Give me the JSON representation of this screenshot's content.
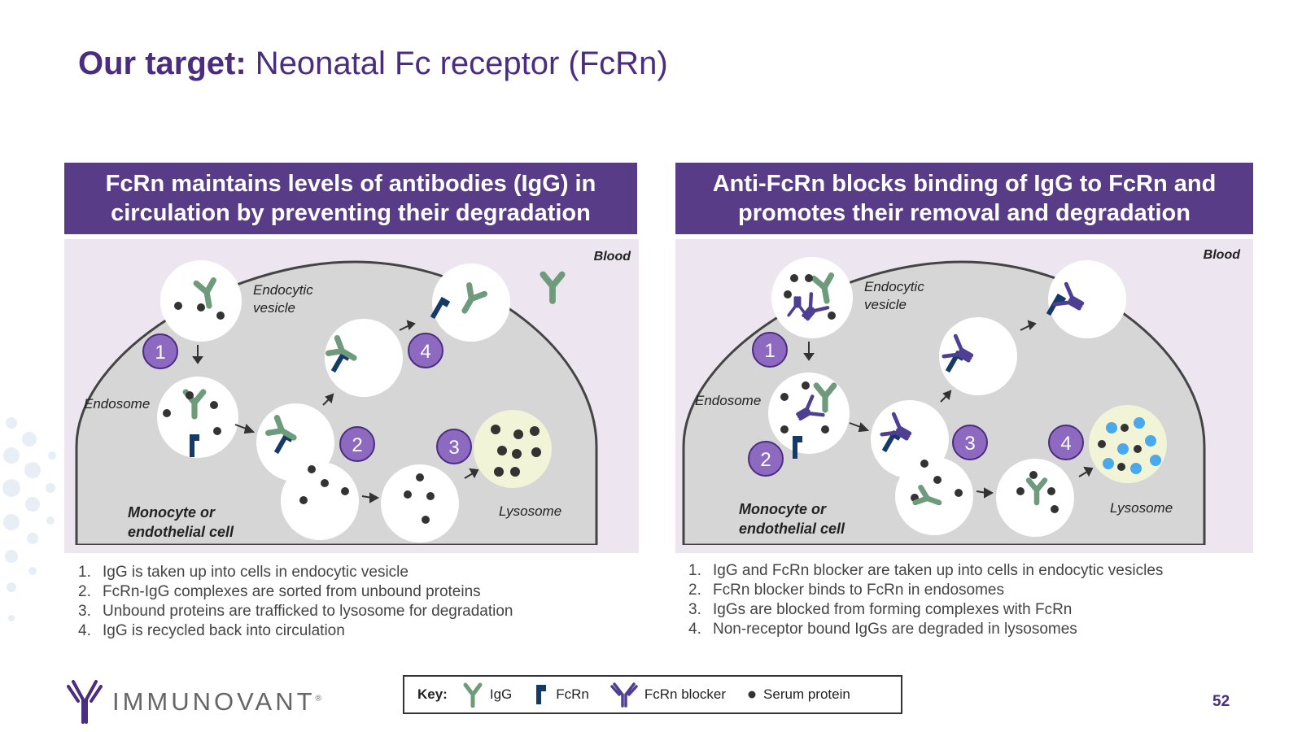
{
  "title": {
    "bold": "Our target:",
    "rest": " Neonatal Fc receptor (FcRn)"
  },
  "left_panel": {
    "heading_line1": "FcRn maintains levels of antibodies (IgG) in",
    "heading_line2": "circulation by preventing their degradation",
    "labels": {
      "blood": "Blood",
      "endocytic_line1": "Endocytic",
      "endocytic_line2": "vesicle",
      "endosome": "Endosome",
      "lysosome": "Lysosome",
      "cell_line1": "Monocyte or",
      "cell_line2": "endothelial cell"
    },
    "badges": [
      "1",
      "2",
      "3",
      "4"
    ],
    "steps": [
      {
        "num": "1.",
        "text": "IgG is taken up into cells in endocytic vesicle"
      },
      {
        "num": "2.",
        "text": "FcRn-IgG complexes are sorted from unbound proteins"
      },
      {
        "num": "3.",
        "text": "Unbound proteins are trafficked to lysosome for degradation"
      },
      {
        "num": "4.",
        "text": "IgG is recycled back into circulation"
      }
    ]
  },
  "right_panel": {
    "heading_line1": "Anti-FcRn blocks binding of IgG to FcRn and",
    "heading_line2": "promotes their removal and degradation",
    "labels": {
      "blood": "Blood",
      "endocytic_line1": "Endocytic",
      "endocytic_line2": "vesicle",
      "endosome": "Endosome",
      "lysosome": "Lysosome",
      "cell_line1": "Monocyte or",
      "cell_line2": "endothelial cell"
    },
    "badges": [
      "1",
      "2",
      "3",
      "4"
    ],
    "steps": [
      {
        "num": "1.",
        "text": "IgG and FcRn blocker are taken up into cells in endocytic vesicles"
      },
      {
        "num": "2.",
        "text": "FcRn blocker binds to FcRn in endosomes"
      },
      {
        "num": "3.",
        "text": "IgGs are blocked from forming complexes with FcRn"
      },
      {
        "num": "4.",
        "text": "Non-receptor bound IgGs are degraded in lysosomes"
      }
    ]
  },
  "key": {
    "title": "Key:",
    "igg": "IgG",
    "fcrn": "FcRn",
    "blocker": "FcRn blocker",
    "serum": "Serum protein"
  },
  "logo": {
    "brand": "IMMUNOVANT",
    "mark": "®"
  },
  "page_number": "52",
  "colors": {
    "purple": "#583c88",
    "badge": "#8e69c0",
    "panel_bg": "#ede6f1",
    "cell": "#d6d6d6",
    "igg": "#6d9b7b",
    "fcrn": "#163a66",
    "blocker": "#4e3f93",
    "lysosome": "#f2f4d8",
    "lysosome_blue": "#4aa9ec"
  }
}
